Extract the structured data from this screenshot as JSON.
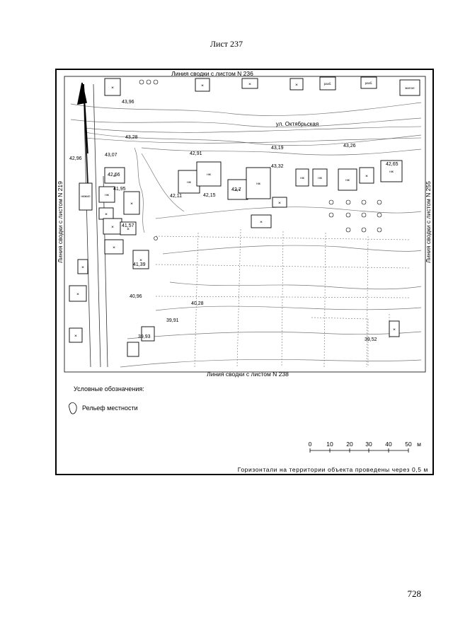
{
  "header": {
    "sheet_label": "Лист 237"
  },
  "footer": {
    "page_number": "728"
  },
  "map": {
    "edge_labels": {
      "top": "Линия сводки с листом N 236",
      "bottom": "Линия сводки с листом N 238",
      "left": "Линия сводки с листом N 219",
      "right": "Линия сводки с листом N 255"
    },
    "street_name": "ул. Октябрьская",
    "elevation_marks": [
      "43,96",
      "43,28",
      "43,07",
      "42,96",
      "42,91",
      "43,19",
      "43,26",
      "43,32",
      "42,65",
      "42,66",
      "41,95",
      "42,11",
      "42,15",
      "42,7",
      "41,57",
      "41,39",
      "40,96",
      "40,28",
      "39,91",
      "39,93",
      "39,52"
    ],
    "building_labels": [
      "ж",
      "ж",
      "ж",
      "разб.",
      "разб.",
      "ж",
      "жилое",
      "нежил",
      "нж",
      "ж",
      "ж",
      "ж",
      "ж",
      "ж",
      "ж",
      "нж",
      "нж",
      "жлк",
      "нж",
      "нж",
      "нж",
      "нж",
      "нж",
      "ж",
      "ж",
      "ж",
      "ж",
      "ж",
      "ж",
      "ж",
      "ж"
    ],
    "legend": {
      "title": "Условные обозначения:",
      "items": [
        {
          "label": "Рельеф местности",
          "icon": "relief-icon"
        }
      ]
    },
    "scale_bar": {
      "ticks": [
        "0",
        "10",
        "20",
        "30",
        "40",
        "50"
      ],
      "unit": "м"
    },
    "note": "Горизонтали на территории объекта проведены через 0,5 м"
  }
}
